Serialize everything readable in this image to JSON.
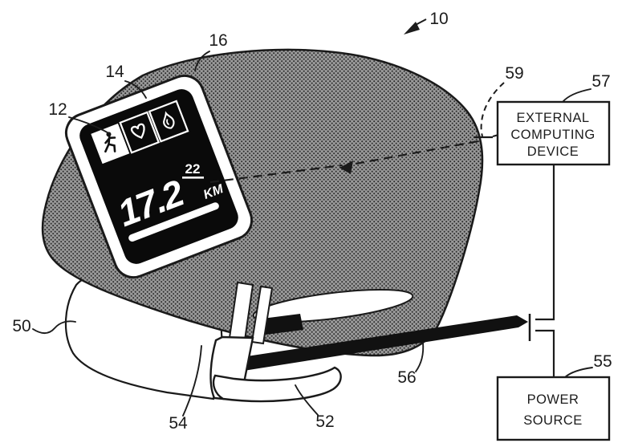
{
  "refs": {
    "r10": "10",
    "r12": "12",
    "r14": "14",
    "r16": "16",
    "r22": "22",
    "r50": "50",
    "r52": "52",
    "r54": "54",
    "r55": "55",
    "r56": "56",
    "r57": "57",
    "r59": "59"
  },
  "watch_screen": {
    "distance_value": "17.2",
    "distance_unit": "KM"
  },
  "external_device_box": {
    "lines": [
      "EXTERNAL",
      "COMPUTING",
      "DEVICE"
    ]
  },
  "power_source_box": {
    "lines": [
      "POWER",
      "SOURCE"
    ]
  },
  "icons": {
    "left": "running-figure-icon",
    "middle": "heart-icon",
    "right": "flame-icon"
  },
  "colors": {
    "ink": "#1a1a1a",
    "band_fill": "#9a9a9a",
    "band_dot": "#2f2f2f",
    "screen_bg": "#0a0a0a",
    "background": "#ffffff"
  }
}
